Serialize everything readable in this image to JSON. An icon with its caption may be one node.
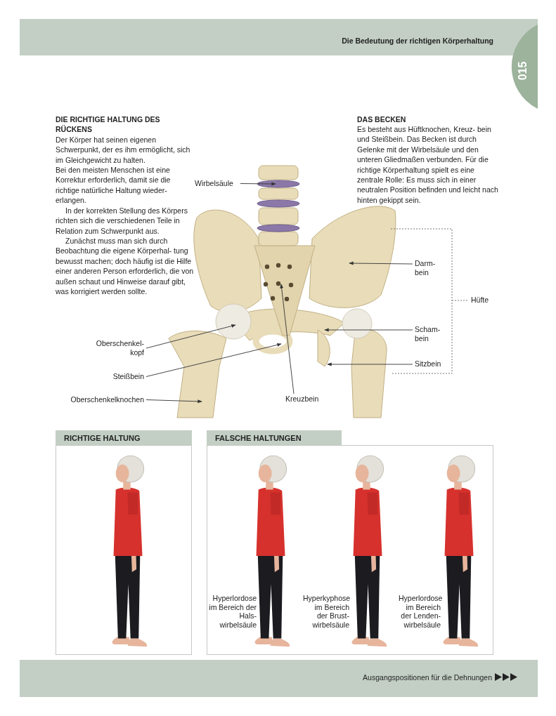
{
  "diagram": {
    "title": "Die Bedeutung der richtigen Körperhaltung",
    "nodes": [
      {
        "text": [
          "Wirbelsäule"
        ]
      },
      {
        "text": [
          "Oberschenkel- kopf"
        ]
      },
      {
        "text": [
          "Steißbein"
        ]
      },
      {
        "text": [
          "Oberschenkelknochen"
        ]
      },
      {
        "text": [
          "Kreuzbein"
        ]
      },
      {
        "text": [
          "Darm- bein"
        ]
      },
      {
        "text": [
          "Scham- bein"
        ]
      },
      {
        "text": [
          "Sitzbein"
        ]
      },
      {
        "text": [
          "RICHTIGE HALTUNG"
        ]
      },
      {
        "text": [],
        "shape": "picture",
        "in": 8
      },
      {
        "text": [
          "FALSCHE HALTUNGEN"
        ]
      },
      {
        "text": [],
        "shape": "picture",
        "in": 10,
        "beside": [
          "Hyperlordose im Bereich der Hals- wirbelsäule"
        ]
      },
      {
        "text": [],
        "shape": "picture",
        "in": 10,
        "beside": [
          "Hyperkyphose im Bereich der Brust- wirbelsäule"
        ]
      },
      {
        "text": [],
        "shape": "picture",
        "in": 10,
        "beside": [
          "Hyperlordose im Bereich der Lenden- wirbelsäule"
        ]
      }
    ],
    "edges": [
      {
        "from": 0,
        "to": null,
        "arrow": "to"
      },
      {
        "from": 1,
        "to": null,
        "arrow": "to"
      },
      {
        "from": 2,
        "to": null,
        "arrow": "to"
      },
      {
        "from": 3,
        "to": null,
        "arrow": "to"
      },
      {
        "from": 4,
        "to": null,
        "arrow": "to"
      },
      {
        "from": 5,
        "to": null,
        "arrow": "to"
      },
      {
        "from": 6,
        "to": null,
        "arrow": "to"
      },
      {
        "from": 7,
        "to": null,
        "arrow": "to"
      }
    ],
    "labels": [
      "015",
      "DIE RICHTIGE HALTUNG DES RÜCKENS",
      "Der Körper hat seinen eigenen Schwerpunkt, der es ihm ermöglicht, sich im Gleichgewicht zu halten.",
      "Bei den meisten Menschen ist eine Korrektur erforderlich, damit sie die richtige natürliche Haltung wieder- erlangen.",
      "In der korrekten Stellung des Körpers richten sich die verschiedenen Teile in Relation zum Schwerpunkt aus.",
      "Zunächst muss man sich durch Beobachtung die eigene Körperhal- tung bewusst machen; doch häufig ist die Hilfe einer anderen Person erforderlich, die von außen schaut und Hinweise darauf gibt, was korrigiert werden sollte.",
      "DAS BECKEN",
      "Es besteht aus Hüftknochen, Kreuz- bein und Steißbein. Das Becken ist durch Gelenke mit der Wirbelsäule und den unteren Gliedmaßen verbunden. Für die richtige Körperhaltung spielt es eine zentrale Rolle: Es muss sich in einer neutralen Position befinden und leicht nach hinten gekippt sein.",
      "Hüfte",
      "Ausgangspositionen für die Dehnungen"
    ]
  }
}
